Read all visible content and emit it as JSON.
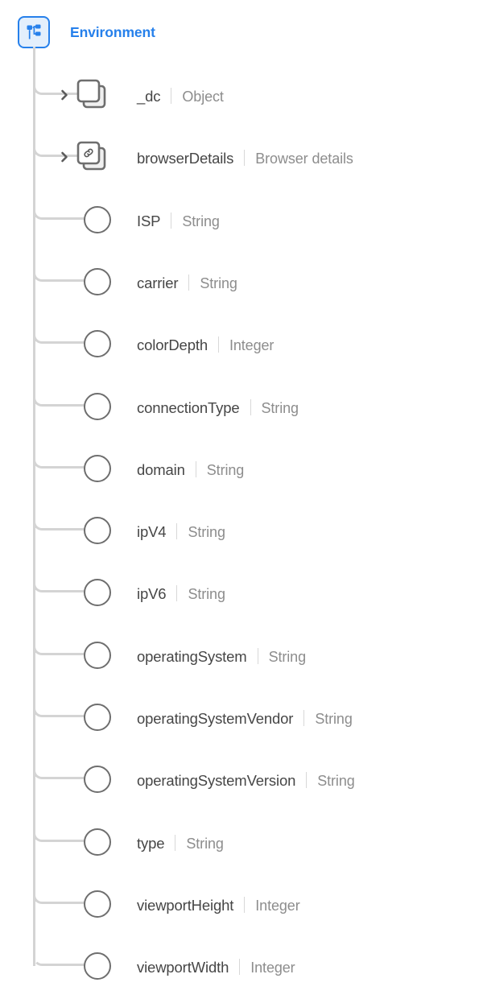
{
  "root": {
    "title": "Environment",
    "icon": "hierarchy-icon",
    "accent_color": "#2680eb",
    "icon_bg_color": "#e3effc"
  },
  "colors": {
    "connector": "#d4d4d4",
    "node_name": "#464646",
    "node_type": "#8d8d8d",
    "leaf_circle_stroke": "#6e6e6e",
    "branch_icon_stroke": "#6e6e6e"
  },
  "nodes": [
    {
      "name": "_dc",
      "type": "Object",
      "kind": "branch",
      "icon": "stacked-squares-icon",
      "expanded": false
    },
    {
      "name": "browserDetails",
      "type": "Browser details",
      "kind": "branch",
      "icon": "stacked-squares-link-icon",
      "expanded": false
    },
    {
      "name": "ISP",
      "type": "String",
      "kind": "leaf",
      "icon": "circle-icon"
    },
    {
      "name": "carrier",
      "type": "String",
      "kind": "leaf",
      "icon": "circle-icon"
    },
    {
      "name": "colorDepth",
      "type": "Integer",
      "kind": "leaf",
      "icon": "circle-icon"
    },
    {
      "name": "connectionType",
      "type": "String",
      "kind": "leaf",
      "icon": "circle-icon"
    },
    {
      "name": "domain",
      "type": "String",
      "kind": "leaf",
      "icon": "circle-icon"
    },
    {
      "name": "ipV4",
      "type": "String",
      "kind": "leaf",
      "icon": "circle-icon"
    },
    {
      "name": "ipV6",
      "type": "String",
      "kind": "leaf",
      "icon": "circle-icon"
    },
    {
      "name": "operatingSystem",
      "type": "String",
      "kind": "leaf",
      "icon": "circle-icon"
    },
    {
      "name": "operatingSystemVendor",
      "type": "String",
      "kind": "leaf",
      "icon": "circle-icon"
    },
    {
      "name": "operatingSystemVersion",
      "type": "String",
      "kind": "leaf",
      "icon": "circle-icon"
    },
    {
      "name": "type",
      "type": "String",
      "kind": "leaf",
      "icon": "circle-icon"
    },
    {
      "name": "viewportHeight",
      "type": "Integer",
      "kind": "leaf",
      "icon": "circle-icon"
    },
    {
      "name": "viewportWidth",
      "type": "Integer",
      "kind": "leaf",
      "icon": "circle-icon"
    }
  ]
}
